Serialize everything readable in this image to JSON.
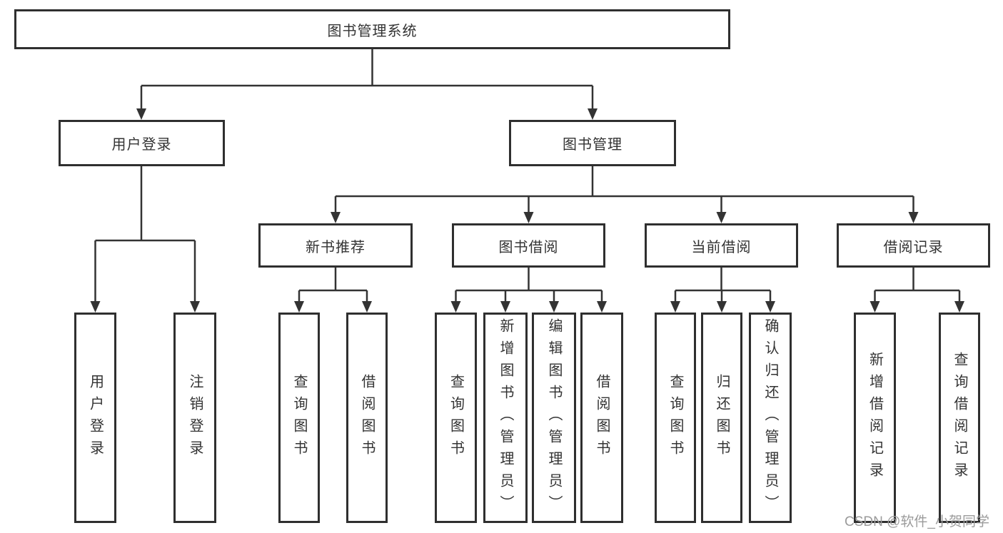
{
  "diagram": {
    "root": {
      "label": "图书管理系统"
    },
    "branches": [
      {
        "label": "用户登录",
        "children": [
          {
            "label": "用户登录"
          },
          {
            "label": "注销登录"
          }
        ]
      },
      {
        "label": "图书管理",
        "groups": [
          {
            "label": "新书推荐",
            "children": [
              {
                "label": "查询图书"
              },
              {
                "label": "借阅图书"
              }
            ]
          },
          {
            "label": "图书借阅",
            "children": [
              {
                "label": "查询图书"
              },
              {
                "label": "新增图书（管理员）"
              },
              {
                "label": "编辑图书（管理员）"
              },
              {
                "label": "借阅图书"
              }
            ]
          },
          {
            "label": "当前借阅",
            "children": [
              {
                "label": "查询图书"
              },
              {
                "label": "归还图书"
              },
              {
                "label": "确认归还（管理员）"
              }
            ]
          },
          {
            "label": "借阅记录",
            "children": [
              {
                "label": "新增借阅记录"
              },
              {
                "label": "查询借阅记录"
              }
            ]
          }
        ]
      }
    ]
  },
  "watermark": {
    "text": "CSDN @软件_小贺同学"
  },
  "colors": {
    "line": "#333333",
    "box_border": "#2f2f2f",
    "text": "#333333",
    "watermark": "#9b9b9b",
    "background": "#ffffff"
  }
}
